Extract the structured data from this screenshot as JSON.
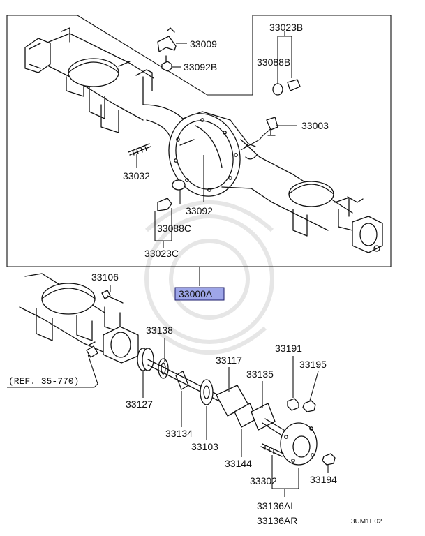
{
  "diagram": {
    "callouts": {
      "p33023B": "33023B",
      "p33009": "33009",
      "p33092B": "33092B",
      "p33088B": "33088B",
      "p33003": "33003",
      "p33032": "33032",
      "p33092": "33092",
      "p33088C": "33088C",
      "p33023C": "33023C",
      "p33000A": "33000A",
      "p33106": "33106",
      "p33138": "33138",
      "p33117": "33117",
      "p33191": "33191",
      "p33195": "33195",
      "p33135": "33135",
      "p33127": "33127",
      "p33134": "33134",
      "p33103": "33103",
      "p33144": "33144",
      "p33302": "33302",
      "p33194": "33194",
      "p33136AL": "33136AL",
      "p33136AR": "33136AR"
    },
    "reference": "(REF. 35-770)",
    "drawing_code": "3UM1E02",
    "highlight_color": "#9ea6e8"
  }
}
